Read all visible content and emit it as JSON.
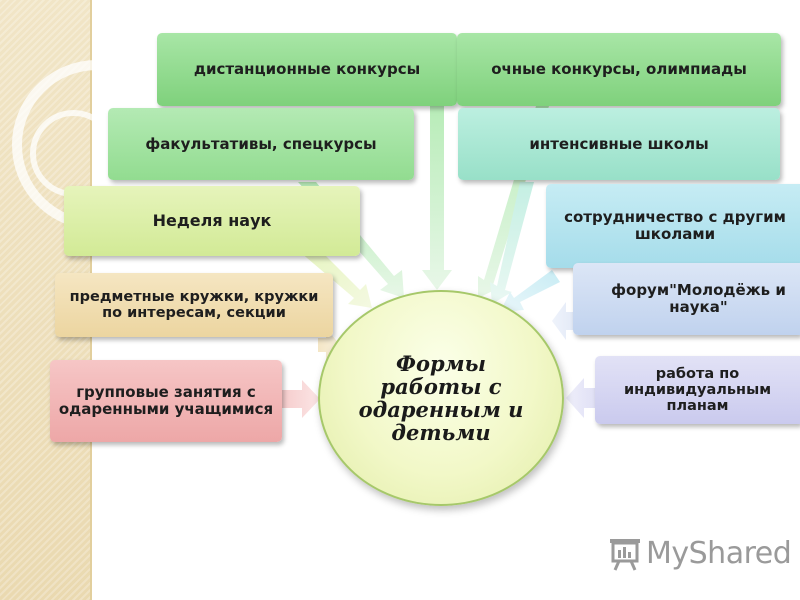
{
  "hub": {
    "text": "Формы работы с одаренным и детьми"
  },
  "boxes": {
    "distance_contests": "дистанционные конкурсы",
    "fulltime_contests": "очные конкурсы, олимпиады",
    "electives": "факультативы, спецкурсы",
    "intensive_schools": "интенсивные школы",
    "science_week": "Неделя наук",
    "cooperation": "сотрудничество с другим школами",
    "clubs": "предметные кружки, кружки по интересам, секции",
    "forum": "форум\"Молодёжь и наука\"",
    "group_lessons": "групповые занятия с одаренными учащимися",
    "individual_plans": "работа по индивидуальным планам"
  },
  "logo": {
    "text": "MyShared",
    "icon": "presentation-board-icon"
  },
  "colors": {
    "green": "#8fd88f",
    "teal": "#a6e3d2",
    "yellow_green": "#dcefa6",
    "cyan": "#b4e3ef",
    "tan": "#f0dcae",
    "light_blue": "#cfdcf2",
    "pink": "#f2b8b8",
    "lavender": "#d8d8f2"
  }
}
